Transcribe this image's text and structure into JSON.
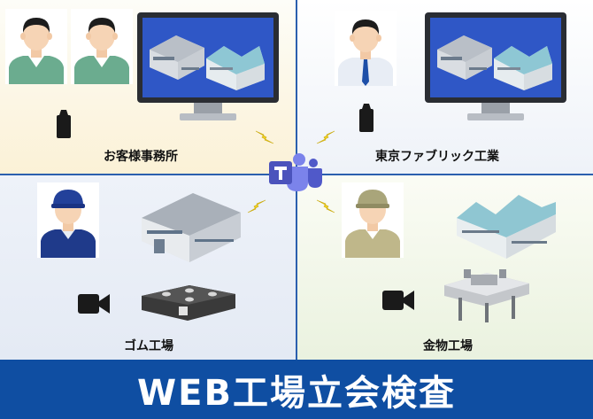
{
  "quadrants": {
    "client_office": {
      "label": "お客様事務所"
    },
    "tokyo_fabric": {
      "label": "東京ファブリック工業"
    },
    "rubber_factory": {
      "label": "ゴム工場"
    },
    "metal_factory": {
      "label": "金物工場"
    }
  },
  "banner": {
    "title": "WEB工場立会検査"
  },
  "colors": {
    "banner_bg": "#0f4ea2",
    "divider": "#2b5fae",
    "teams_purple": "#5059c9",
    "lightning": "#f2d21f"
  }
}
